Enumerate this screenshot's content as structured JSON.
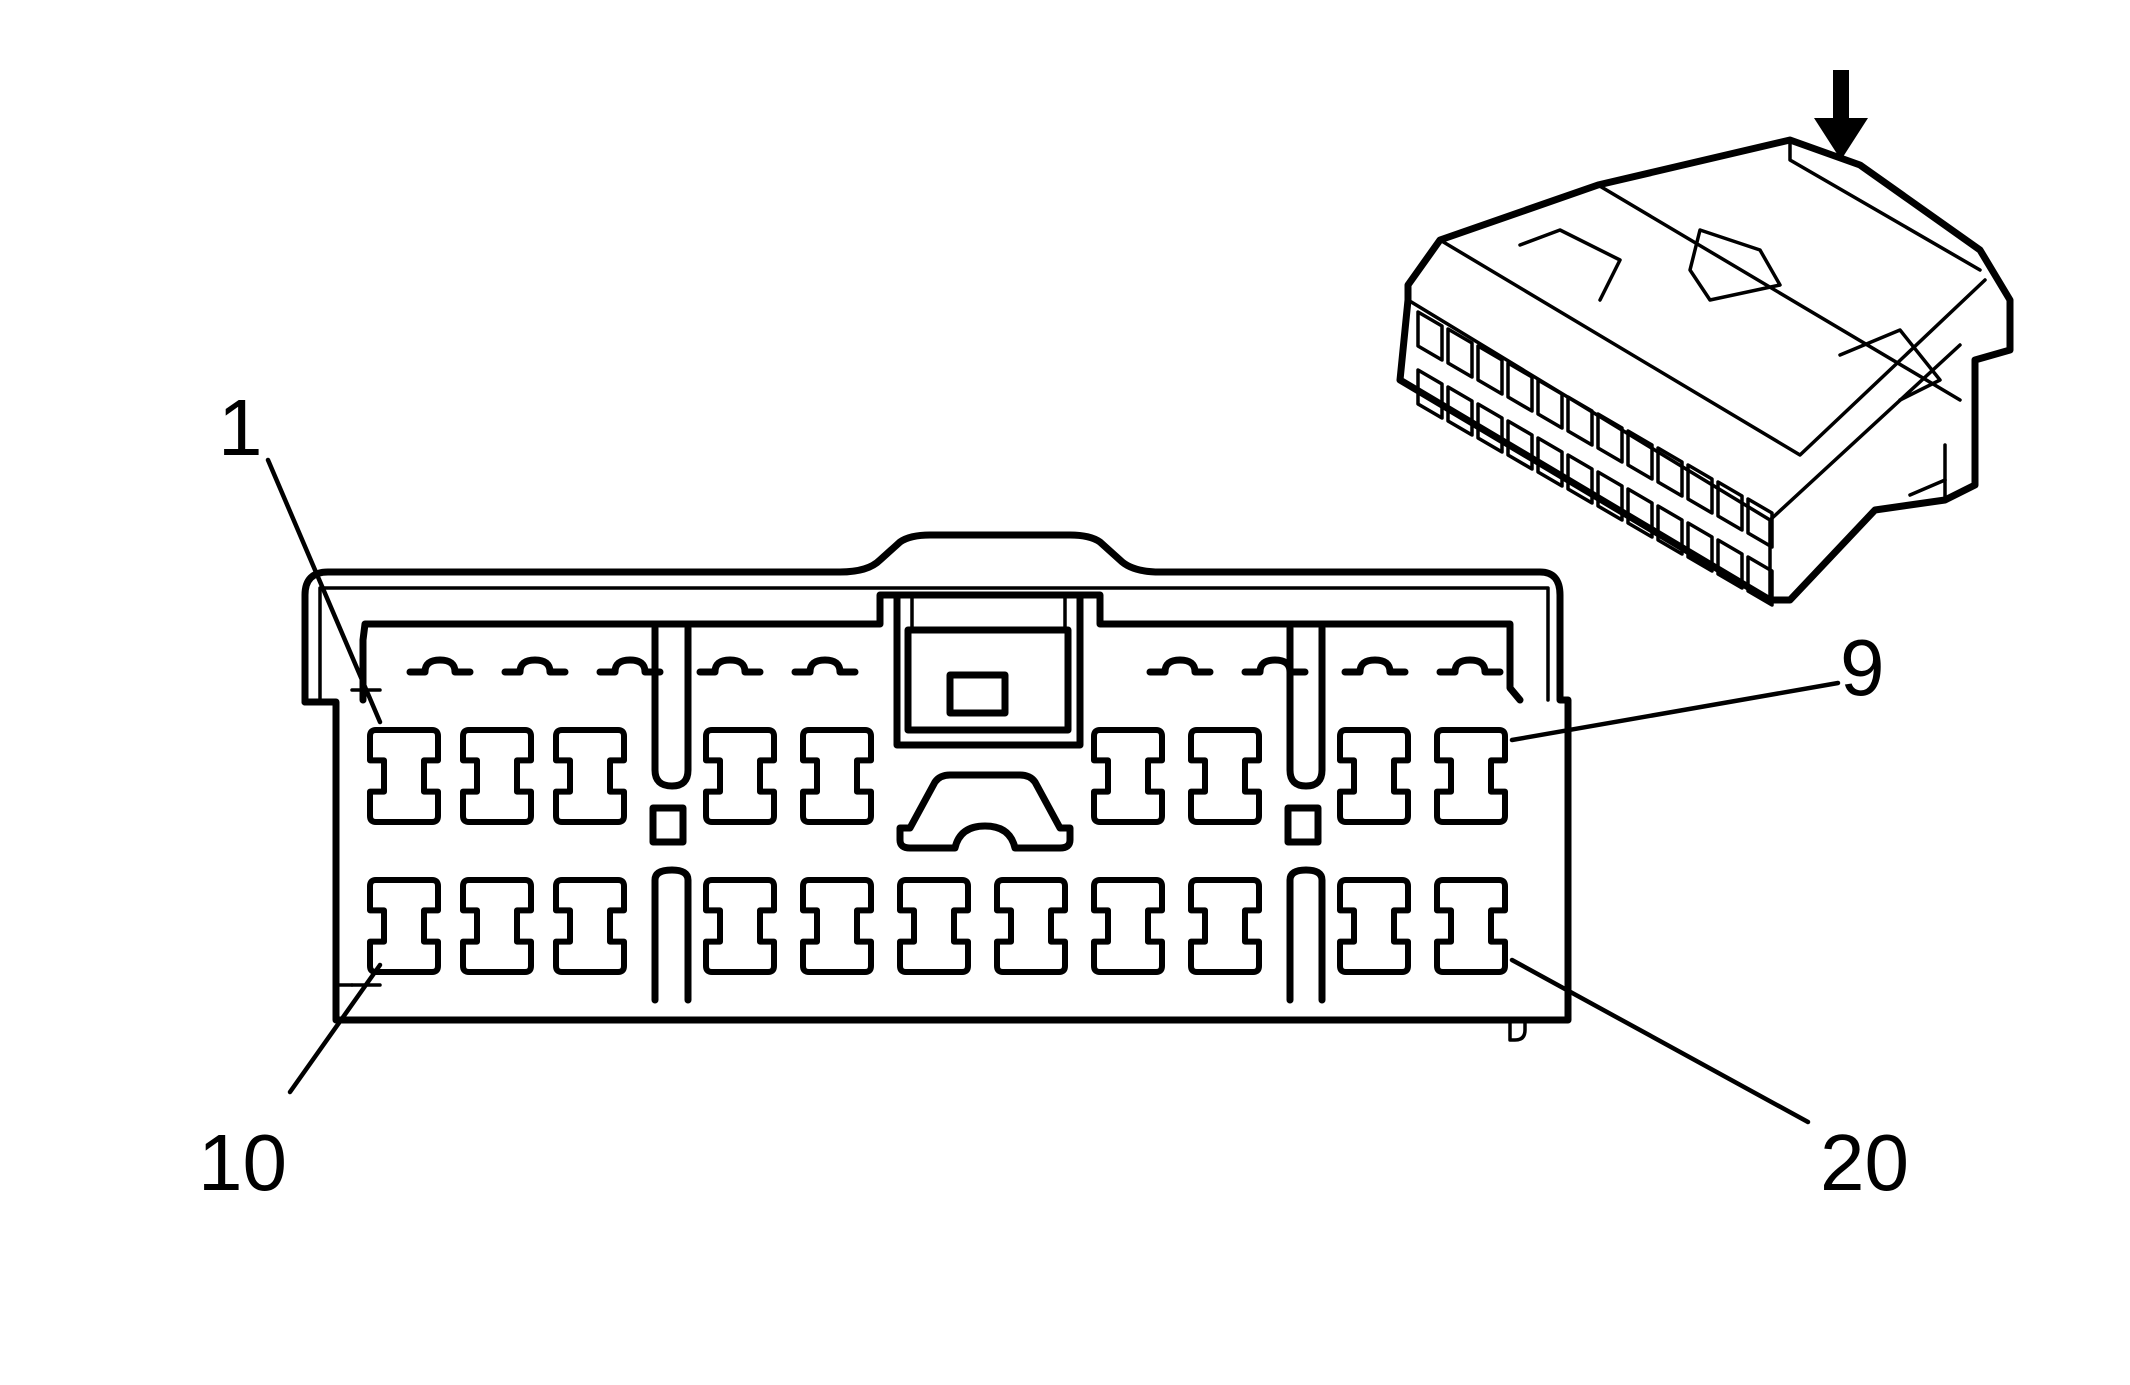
{
  "diagram": {
    "type": "connector-face-view",
    "labels": {
      "pin_1": "1",
      "pin_9": "9",
      "pin_10": "10",
      "pin_20": "20"
    },
    "direction_arrow_icon": "down-arrow-icon",
    "line_color": "#000000",
    "background_color": "#ffffff"
  }
}
